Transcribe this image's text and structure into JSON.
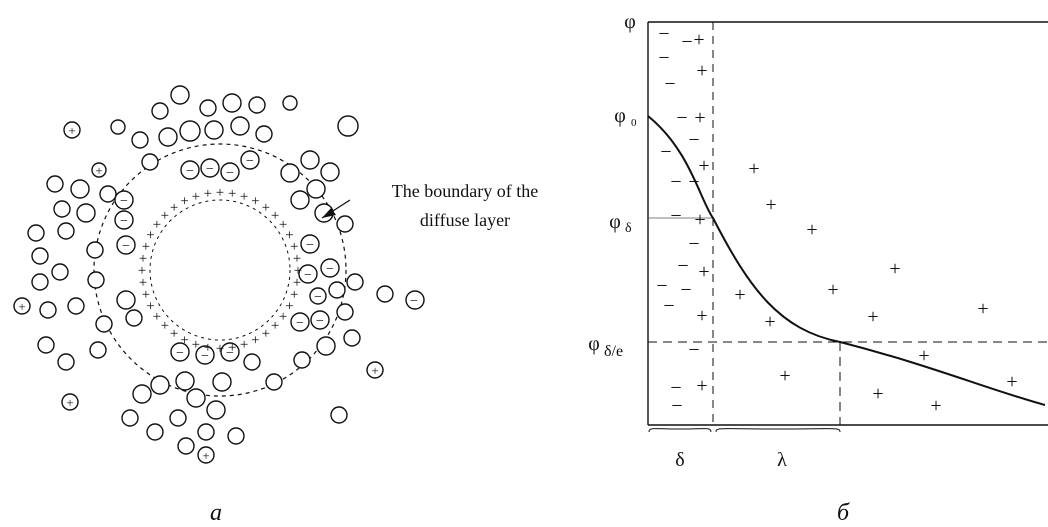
{
  "annotation": {
    "line1": "The boundary of the",
    "line2": "diffuse layer"
  },
  "panel_labels": {
    "left": "a",
    "right": "б"
  },
  "axis": {
    "phi": "φ",
    "phi0": "φ",
    "phi0_sub": "0",
    "phidelta": "φ",
    "phidelta_sub": "δ",
    "phidelta_e": "φ",
    "phidelta_e_sub": "δ/e"
  },
  "dimensions": {
    "delta": "δ",
    "lambda": "λ"
  },
  "symbols": {
    "plus": "+",
    "minus": "−"
  }
}
